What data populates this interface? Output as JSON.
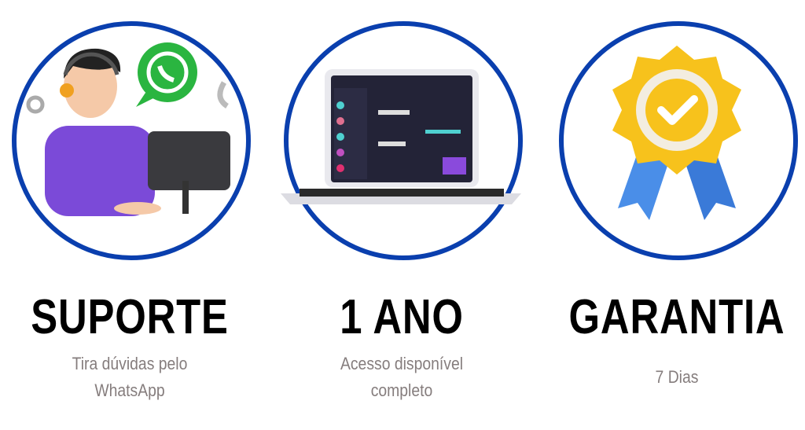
{
  "features": [
    {
      "title": "SUPORTE",
      "lines": [
        "Tira dúvidas pelo",
        "WhatsApp"
      ],
      "icon": "support-agent-whatsapp-icon"
    },
    {
      "title": "1 ANO",
      "lines": [
        "Acesso disponível",
        "completo"
      ],
      "icon": "laptop-chat-icon"
    },
    {
      "title": "GARANTIA",
      "lines": [
        "7 Dias"
      ],
      "icon": "guarantee-badge-icon"
    }
  ],
  "colors": {
    "ring": "#0a3fae",
    "subtext": "#857d7d"
  }
}
